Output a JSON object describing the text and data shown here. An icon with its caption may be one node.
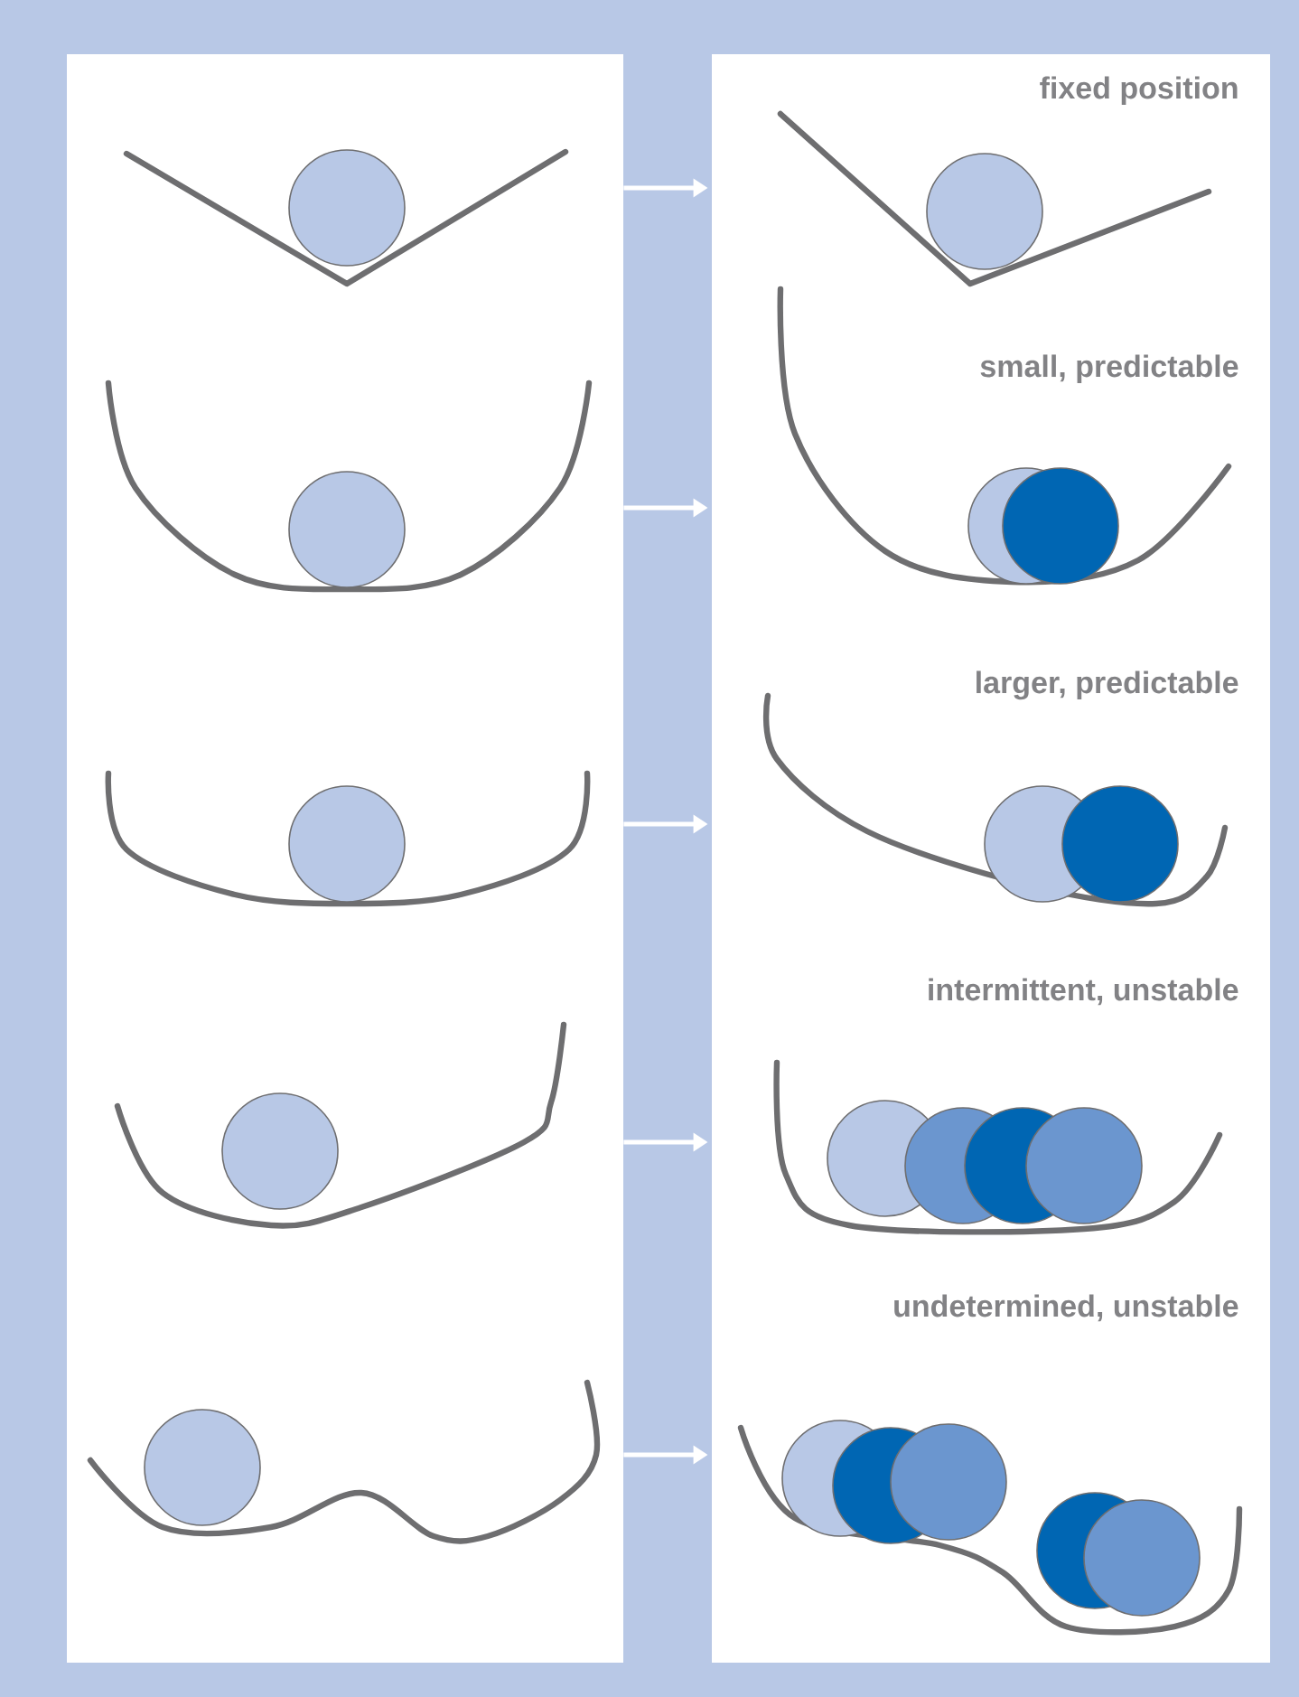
{
  "diagram": {
    "nodes": [
      {
        "text": [],
        "shape": "circle"
      },
      {
        "text": [
          "fixed position"
        ]
      },
      {
        "text": [],
        "shape": "circle"
      },
      {
        "text": [
          "small, predictable"
        ]
      },
      {
        "text": [],
        "shape": "circle"
      },
      {
        "text": [
          "larger, predictable"
        ]
      },
      {
        "text": [],
        "shape": "circle"
      },
      {
        "text": [
          "intermittent, unstable"
        ]
      },
      {
        "text": [],
        "shape": "circle"
      },
      {
        "text": [
          "undetermined, unstable"
        ]
      }
    ],
    "edges": [
      {
        "from": 0,
        "to": 1,
        "arrow": "to"
      },
      {
        "from": 2,
        "to": 3,
        "arrow": "to"
      },
      {
        "from": 4,
        "to": 5,
        "arrow": "to"
      },
      {
        "from": 6,
        "to": 7,
        "arrow": "to"
      },
      {
        "from": 8,
        "to": 9,
        "arrow": "to"
      }
    ]
  }
}
